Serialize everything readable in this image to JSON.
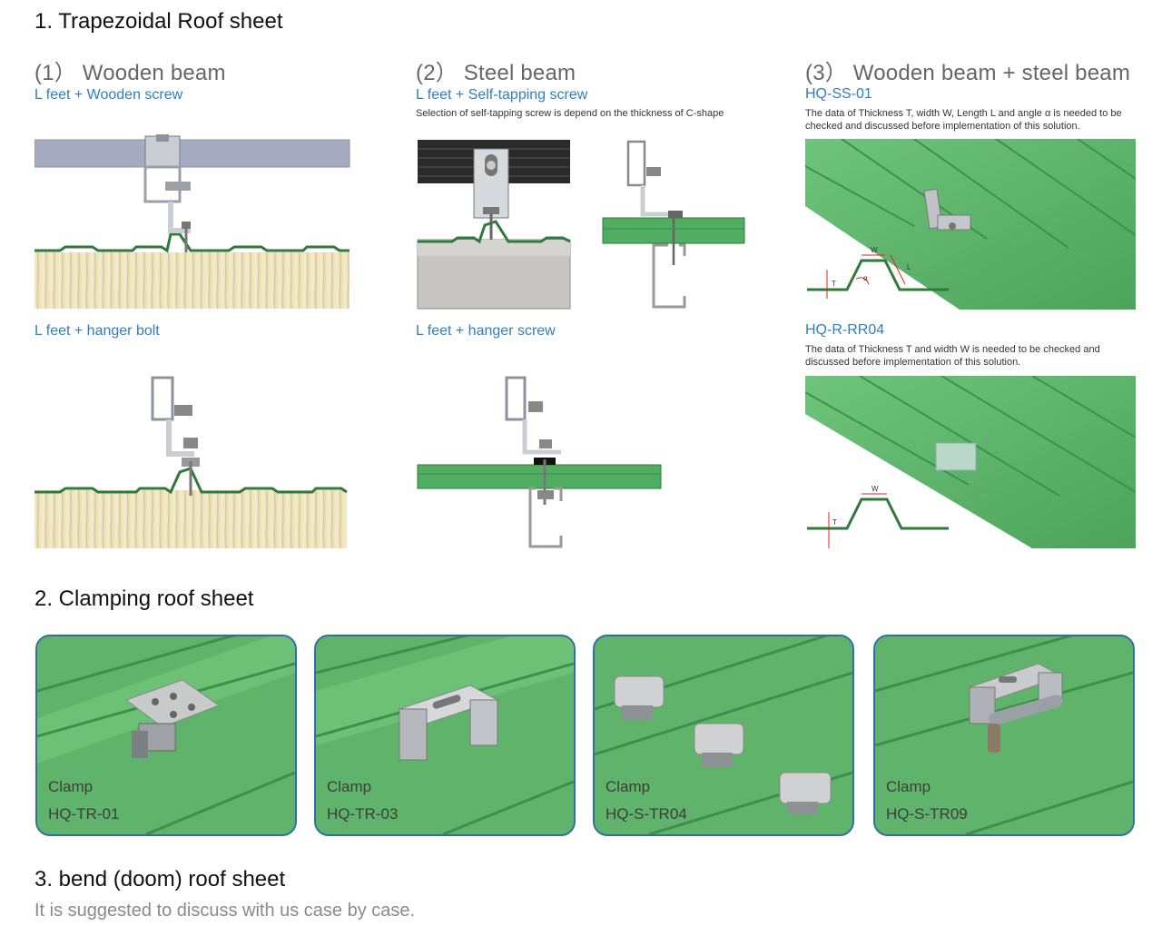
{
  "sections": {
    "trapezoidal": {
      "title": "1. Trapezoidal Roof sheet",
      "columns": [
        {
          "heading": "(1） Wooden beam",
          "items": [
            {
              "label": "L feet + Wooden screw"
            },
            {
              "label": "L feet + hanger bolt"
            }
          ]
        },
        {
          "heading": "(2） Steel beam",
          "items": [
            {
              "label": "L feet + Self-tapping screw",
              "note": "Selection of self-tapping screw is depend on the thickness of C-shape"
            },
            {
              "label": "L feet + hanger screw"
            }
          ]
        },
        {
          "heading": "(3） Wooden beam + steel beam",
          "items": [
            {
              "label": "HQ-SS-01",
              "note": "The data of Thickness T, width W, Length L and angle α is needed to be checked and discussed before implementation of this solution.",
              "dims": [
                "W",
                "L",
                "T",
                "α"
              ]
            },
            {
              "label": "HQ-R-RR04",
              "note": "The data of Thickness T and width W is needed to be checked and discussed before implementation of this solution.",
              "dims": [
                "W",
                "T"
              ]
            }
          ]
        }
      ]
    },
    "clamping": {
      "title": "2. Clamping roof sheet",
      "cards": [
        {
          "type": "Clamp",
          "model": "HQ-TR-01"
        },
        {
          "type": "Clamp",
          "model": "HQ-TR-03"
        },
        {
          "type": "Clamp",
          "model": "HQ-S-TR04"
        },
        {
          "type": "Clamp",
          "model": "HQ-S-TR09"
        }
      ]
    },
    "bend": {
      "title": "3. bend (doom) roof sheet",
      "text": "It is suggested to discuss with us case by case."
    }
  },
  "colors": {
    "heading_blue": "#2f7fbf",
    "roof_green": "#5fb36a",
    "roof_edge": "#2f7a3a",
    "card_border": "#2f6fa8",
    "insulation": "#efe6c4"
  }
}
